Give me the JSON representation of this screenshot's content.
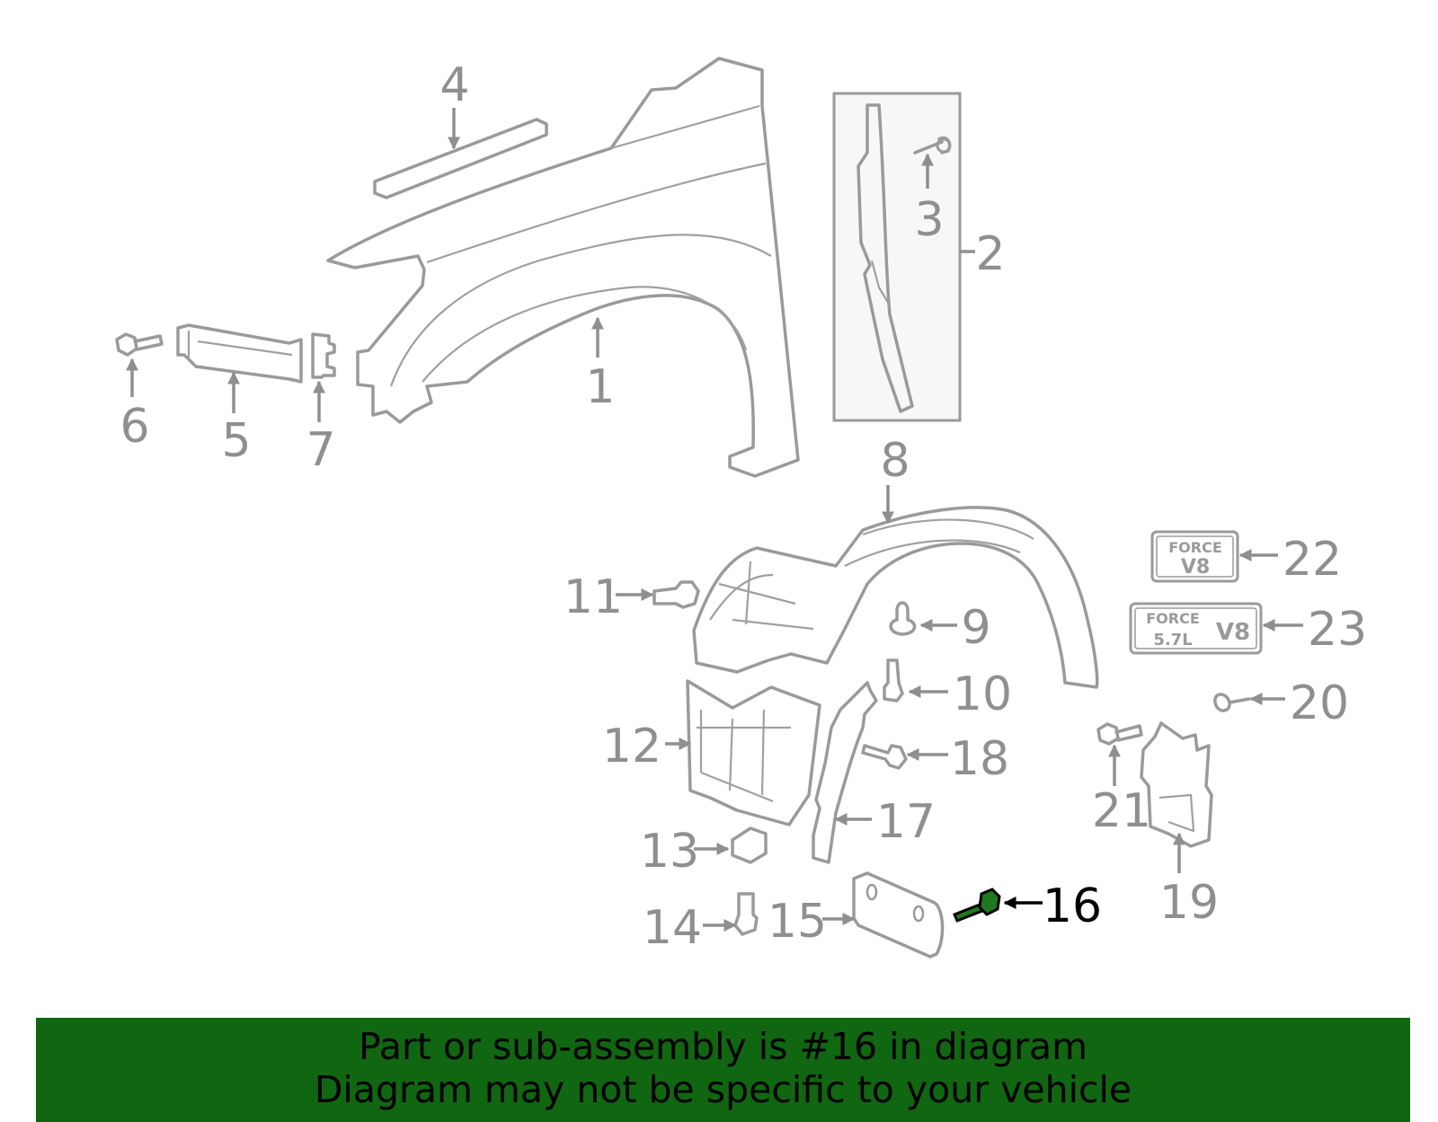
{
  "diagram": {
    "callouts": [
      "1",
      "2",
      "3",
      "4",
      "5",
      "6",
      "7",
      "8",
      "9",
      "10",
      "11",
      "12",
      "13",
      "14",
      "15",
      "16",
      "17",
      "18",
      "19",
      "20",
      "21",
      "22",
      "23"
    ],
    "highlighted_part": "16",
    "highlight_color": "#1f7a1f",
    "line_color": "#9a9a9a",
    "badges": {
      "badge_22": {
        "line1": "FORCE",
        "line2": "V8"
      },
      "badge_23": {
        "line1": "FORCE",
        "line2": "5.7L",
        "side": "V8"
      }
    }
  },
  "banner": {
    "line1": "Part or sub-assembly is #16 in diagram",
    "line2": "Diagram may not be specific to your vehicle",
    "background": "#116611"
  }
}
